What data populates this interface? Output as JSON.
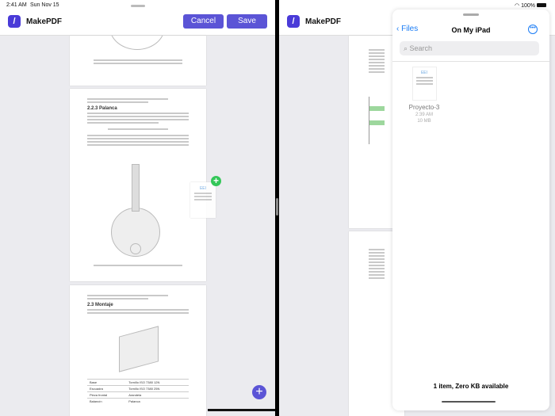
{
  "status": {
    "time": "2:41 AM",
    "date": "Sun Nov 15",
    "battery": "100%"
  },
  "left_app": {
    "title": "MakePDF",
    "cancel": "Cancel",
    "save": "Save",
    "pages": [
      {
        "heading": "2.2.3 Palanca"
      },
      {
        "heading": "2.3 Montaje",
        "table": [
          [
            "Base",
            "Tornillo ISO 7380 12N"
          ],
          [
            "Escuadra",
            "Tornillo ISO 7380 25N"
          ],
          [
            "Pieza frontal",
            "Arandela"
          ],
          [
            "Balancín",
            "Palanca"
          ]
        ]
      }
    ]
  },
  "right_app": {
    "title": "MakePDF"
  },
  "files": {
    "back": "Files",
    "title": "On My iPad",
    "search_placeholder": "Search",
    "items": [
      {
        "name": "Proyecto-3",
        "time": "2:39 AM",
        "size": "10 MB"
      }
    ],
    "footer": "1 item, Zero KB available"
  },
  "colors": {
    "accent": "#5b54d6",
    "ios_blue": "#1a7cf5",
    "drop_green": "#34c759"
  }
}
